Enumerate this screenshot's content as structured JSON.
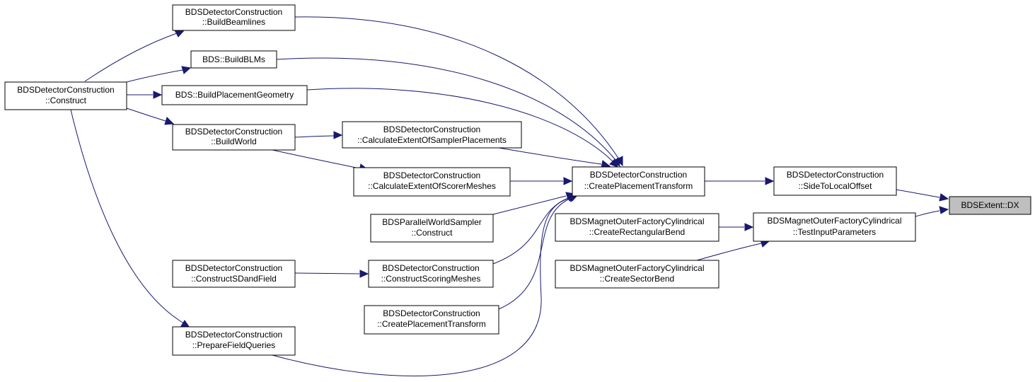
{
  "colors": {
    "edge": "#191970",
    "node_border": "#000000",
    "node_fill": "#ffffff",
    "highlight_fill": "#bfbfbf"
  },
  "nodes": {
    "build_beamlines": {
      "line1": "BDSDetectorConstruction",
      "line2": "::BuildBeamlines"
    },
    "build_blms": {
      "line1": "BDS::BuildBLMs"
    },
    "construct": {
      "line1": "BDSDetectorConstruction",
      "line2": "::Construct"
    },
    "build_placement_geometry": {
      "line1": "BDS::BuildPlacementGeometry"
    },
    "build_world": {
      "line1": "BDSDetectorConstruction",
      "line2": "::BuildWorld"
    },
    "calc_sampler": {
      "line1": "BDSDetectorConstruction",
      "line2": "::CalculateExtentOfSamplerPlacements"
    },
    "calc_scorer": {
      "line1": "BDSDetectorConstruction",
      "line2": "::CalculateExtentOfScorerMeshes"
    },
    "parallel_sampler": {
      "line1": "BDSParallelWorldSampler",
      "line2": "::Construct"
    },
    "construct_sdfield": {
      "line1": "BDSDetectorConstruction",
      "line2": "::ConstructSDandField"
    },
    "construct_scoring": {
      "line1": "BDSDetectorConstruction",
      "line2": "::ConstructScoringMeshes"
    },
    "create_placement_2": {
      "line1": "BDSDetectorConstruction",
      "line2": "::CreatePlacementTransform"
    },
    "prepare_field": {
      "line1": "BDSDetectorConstruction",
      "line2": "::PrepareFieldQueries"
    },
    "create_placement": {
      "line1": "BDSDetectorConstruction",
      "line2": "::CreatePlacementTransform"
    },
    "create_rect_bend": {
      "line1": "BDSMagnetOuterFactoryCylindrical",
      "line2": "::CreateRectangularBend"
    },
    "create_sector_bend": {
      "line1": "BDSMagnetOuterFactoryCylindrical",
      "line2": "::CreateSectorBend"
    },
    "side_to_local": {
      "line1": "BDSDetectorConstruction",
      "line2": "::SideToLocalOffset"
    },
    "test_input": {
      "line1": "BDSMagnetOuterFactoryCylindrical",
      "line2": "::TestInputParameters"
    },
    "extent_dx": {
      "line1": "BDSExtent::DX"
    }
  }
}
